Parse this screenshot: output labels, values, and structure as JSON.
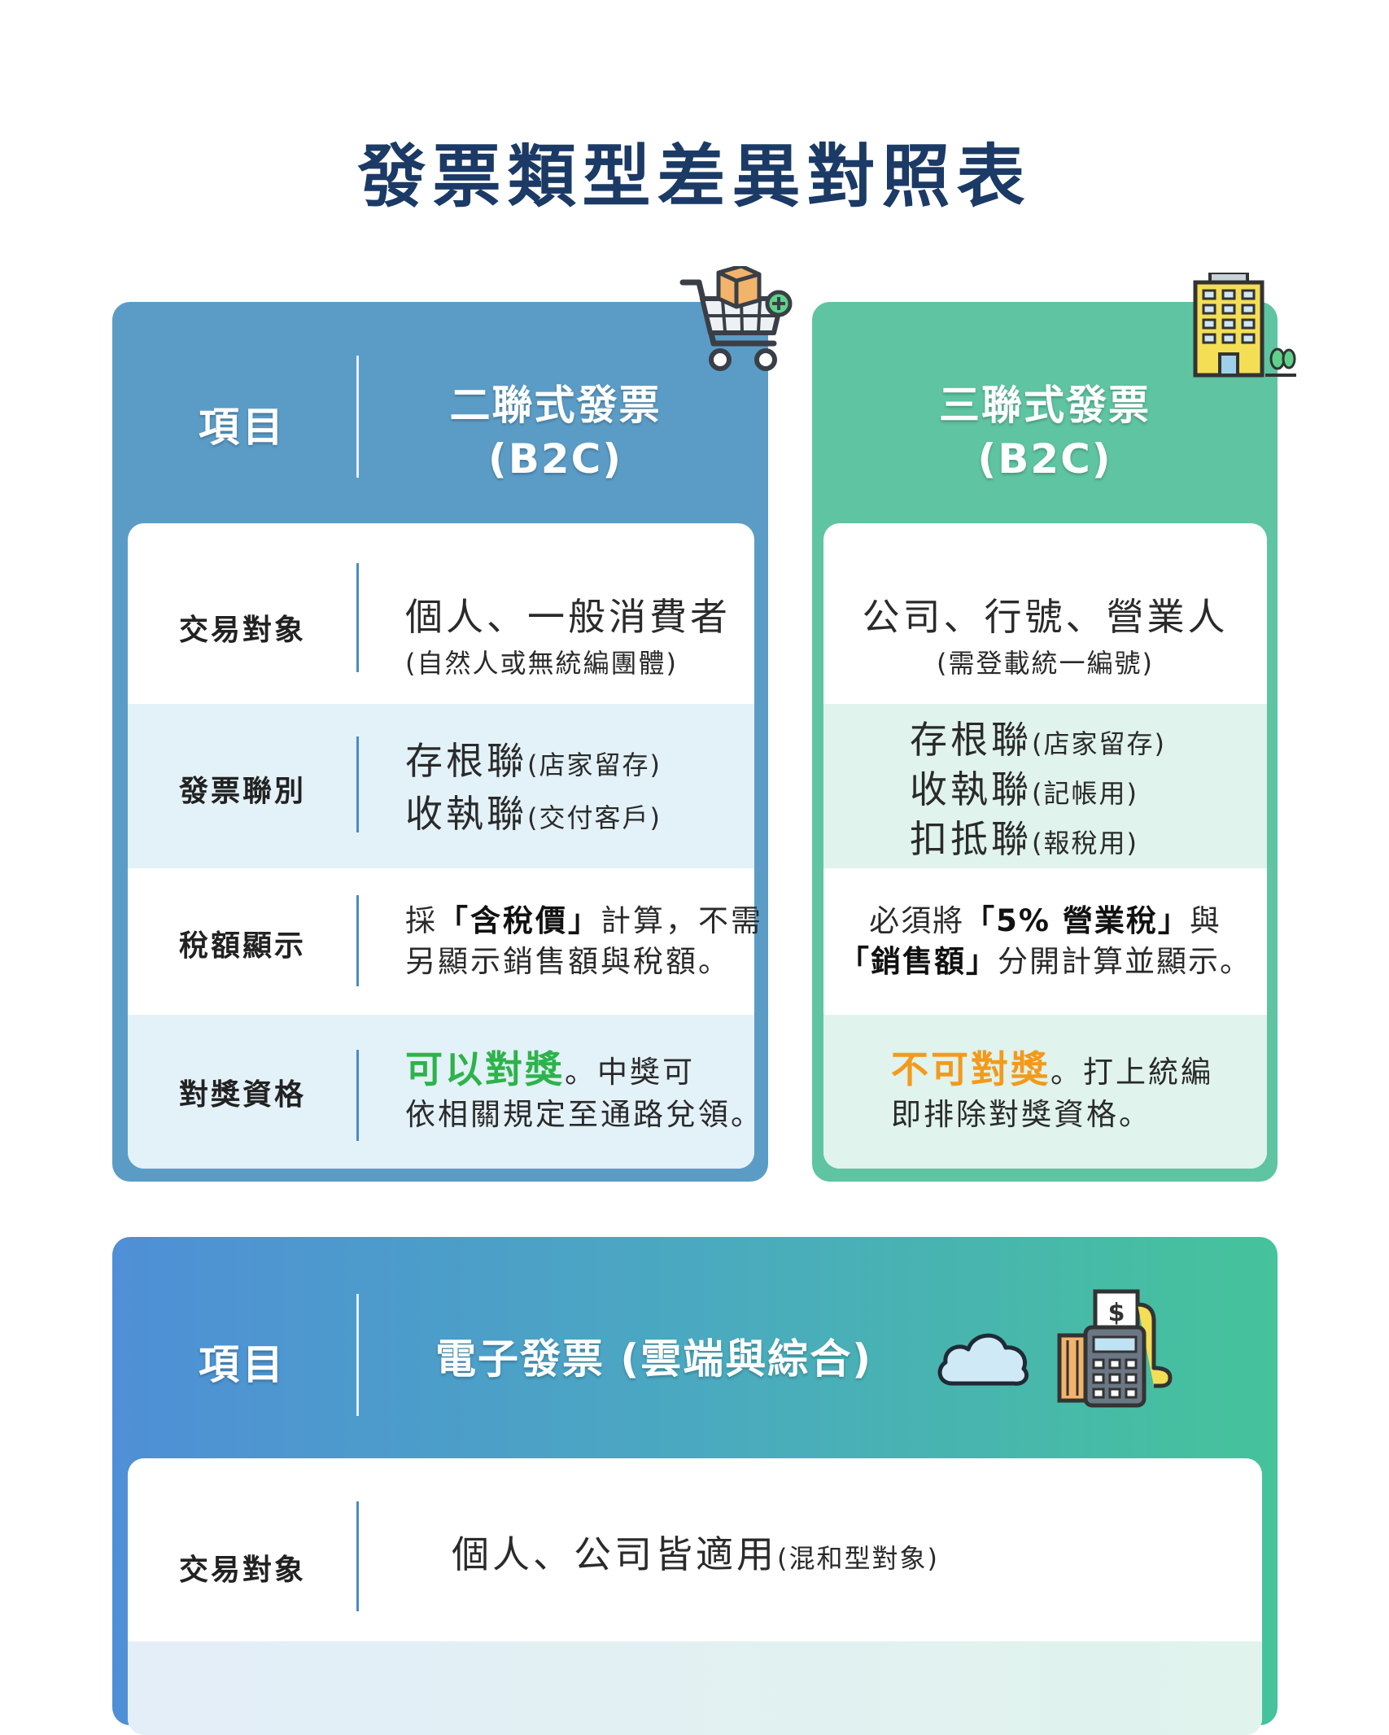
{
  "title": "發票類型差異對照表",
  "b2c": {
    "header_item": "項目",
    "header_title_line1": "二聯式發票",
    "header_title_line2": "(B2C)",
    "rows": [
      {
        "label": "交易對象",
        "main": "個人、一般消費者",
        "sub": "(自然人或無統編團體)"
      },
      {
        "label": "發票聯別",
        "line1_main": "存根聯",
        "line1_note": "(店家留存)",
        "line2_main": "收執聯",
        "line2_note": "(交付客戶)"
      },
      {
        "label": "稅額顯示",
        "l1_a": "採",
        "l1_b": "「含稅價」",
        "l1_c": "計算，不需",
        "line2": "另顯示銷售額與稅額。"
      },
      {
        "label": "對獎資格",
        "highlight": "可以對獎",
        "after": "。中獎可",
        "line2": "依相關規定至通路兌領。"
      }
    ]
  },
  "b2b": {
    "header_title_line1": "三聯式發票",
    "header_title_line2": "(B2C)",
    "rows": [
      {
        "main": "公司、行號、營業人",
        "sub": "(需登載統一編號)"
      },
      {
        "line1_main": "存根聯",
        "line1_note": "(店家留存)",
        "line2_main": "收執聯",
        "line2_note": "(記帳用)",
        "line3_main": "扣抵聯",
        "line3_note": "(報稅用)"
      },
      {
        "l1_a": "必須將",
        "l1_b": "「5% 營業稅」",
        "l1_c": "與",
        "l2_a": "「銷售額」",
        "l2_b": "分開計算並顯示。"
      },
      {
        "highlight": "不可對獎",
        "after": "。打上統編",
        "line2": "即排除對獎資格。"
      }
    ]
  },
  "einvoice": {
    "header_item": "項目",
    "header_title": "電子發票 (雲端與綜合)",
    "rows": [
      {
        "label": "交易對象",
        "main": "個人、公司皆適用",
        "note": "(混和型對象)"
      }
    ]
  },
  "icons": [
    "shopping-cart-icon",
    "building-icon",
    "cloud-icon",
    "pos-terminal-icon"
  ],
  "colors": {
    "title": "#1b3a66",
    "b2c": "#5b9cc6",
    "b2b": "#5fc4a1",
    "green": "#2db34a",
    "orange": "#f39a1c"
  }
}
